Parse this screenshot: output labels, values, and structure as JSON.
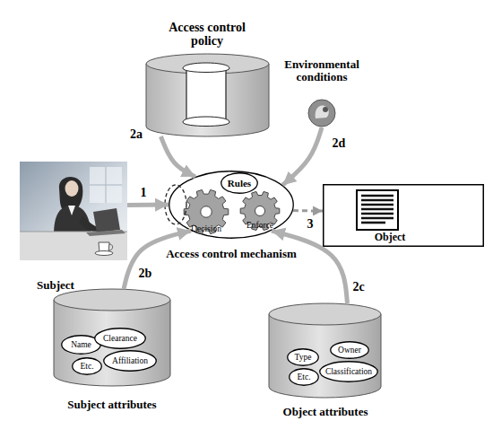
{
  "diagram": {
    "nodes": [
      {
        "text": [
          "Access control policy"
        ]
      },
      {
        "text": [
          "Environmental conditions"
        ]
      },
      {
        "text": [
          "Subject"
        ]
      },
      {
        "text": [
          "Access control mechanism"
        ]
      },
      {
        "text": [
          "Rules"
        ],
        "in": 3
      },
      {
        "text": [
          "Decision"
        ],
        "in": 3
      },
      {
        "text": [
          "Enforce"
        ],
        "in": 3
      },
      {
        "text": [
          "Object"
        ]
      },
      {
        "text": [
          "Subject attributes"
        ]
      },
      {
        "text": [
          "Name"
        ],
        "in": 8
      },
      {
        "text": [
          "Clearance"
        ],
        "in": 8
      },
      {
        "text": [
          "Etc."
        ],
        "in": 8
      },
      {
        "text": [
          "Affiliation"
        ],
        "in": 8
      },
      {
        "text": [
          "Object attributes"
        ]
      },
      {
        "text": [
          "Type"
        ],
        "in": 13
      },
      {
        "text": [
          "Owner"
        ],
        "in": 13
      },
      {
        "text": [
          "Etc."
        ],
        "in": 13
      },
      {
        "text": [
          "Classification"
        ],
        "in": 13
      }
    ],
    "edges": [
      {
        "from": 2,
        "to": 3,
        "label": "1",
        "arrow": "to"
      },
      {
        "from": 0,
        "to": 3,
        "label": "2a",
        "arrow": "to"
      },
      {
        "from": 8,
        "to": 3,
        "label": "2b",
        "arrow": "to"
      },
      {
        "from": 13,
        "to": 3,
        "label": "2c",
        "arrow": "to"
      },
      {
        "from": 1,
        "to": 3,
        "label": "2d",
        "arrow": "to"
      },
      {
        "from": 3,
        "to": 7,
        "label": "3",
        "arrow": "to"
      }
    ]
  }
}
